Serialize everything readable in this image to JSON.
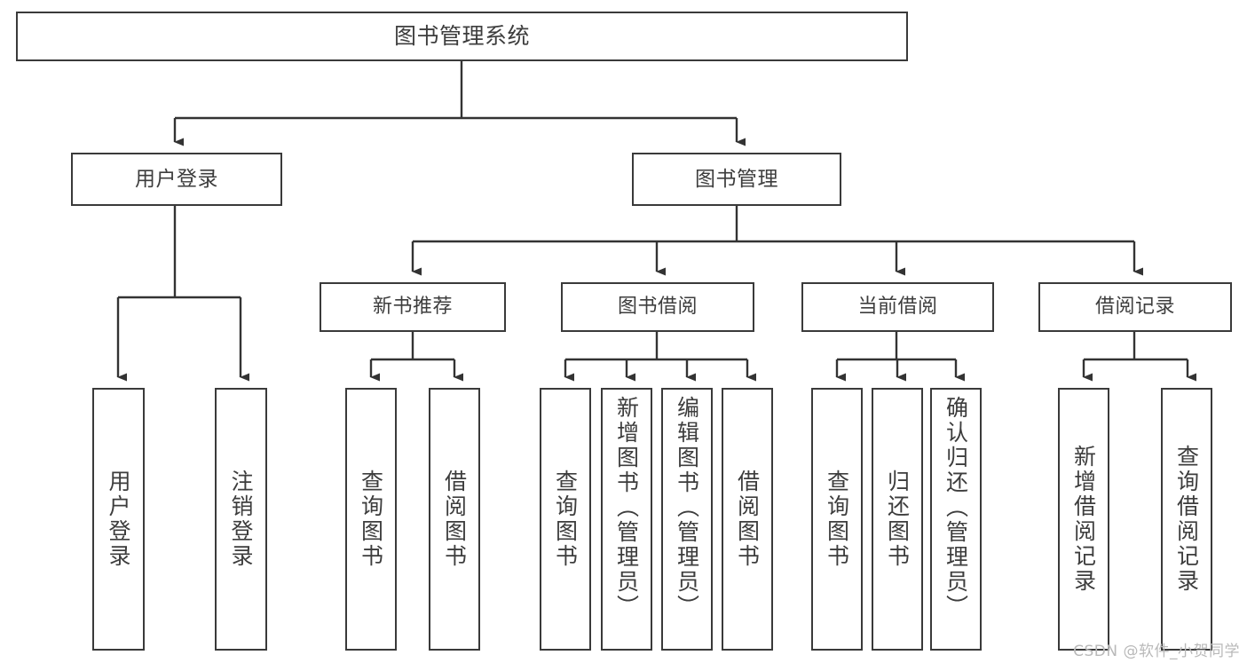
{
  "diagram": {
    "type": "tree",
    "title": "图书管理系统",
    "watermark": "CSDN @软件_小贺同学",
    "colors": {
      "box_border": "#3a3a3a",
      "box_fill": "#ffffff",
      "edge": "#333333",
      "text": "#3d3d3d",
      "watermark": "#b9b9b9",
      "background": "#ffffff"
    },
    "root": {
      "label": "图书管理系统"
    },
    "level1": [
      {
        "label": "用户登录"
      },
      {
        "label": "图书管理"
      }
    ],
    "level2": [
      {
        "label": "新书推荐"
      },
      {
        "label": "图书借阅"
      },
      {
        "label": "当前借阅"
      },
      {
        "label": "借阅记录"
      }
    ],
    "leaves": {
      "user_login": [
        {
          "label": "用户登录"
        },
        {
          "label": "注销登录"
        }
      ],
      "new_book": [
        {
          "label": "查询图书"
        },
        {
          "label": "借阅图书"
        }
      ],
      "book_borrow": [
        {
          "label": "查询图书"
        },
        {
          "label": "新增图书（管理员）"
        },
        {
          "label": "编辑图书（管理员）"
        },
        {
          "label": "借阅图书"
        }
      ],
      "current_borrow": [
        {
          "label": "查询图书"
        },
        {
          "label": "归还图书"
        },
        {
          "label": "确认归还（管理员）"
        }
      ],
      "borrow_record": [
        {
          "label": "新增借阅记录"
        },
        {
          "label": "查询借阅记录"
        }
      ]
    }
  }
}
